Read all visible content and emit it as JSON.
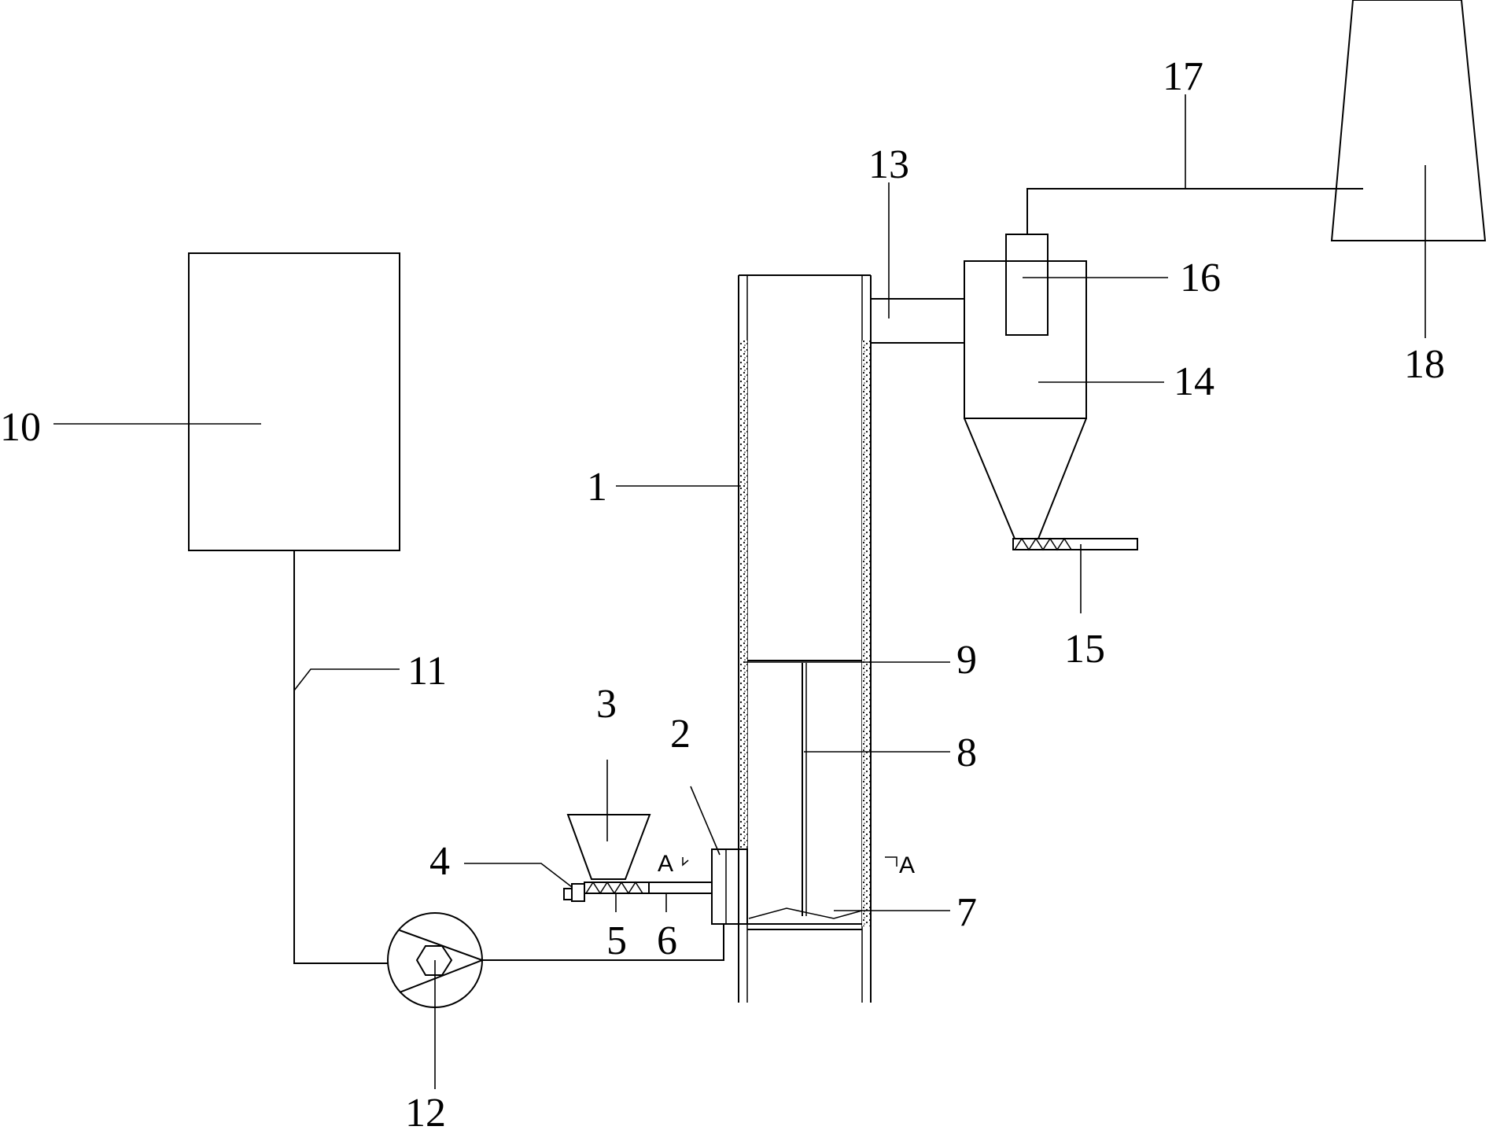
{
  "labels": {
    "l1": "1",
    "l2": "2",
    "l3": "3",
    "l4": "4",
    "l5": "5",
    "l6": "6",
    "l7": "7",
    "l8": "8",
    "l9": "9",
    "l10": "10",
    "l11": "11",
    "l12": "12",
    "l13": "13",
    "l14": "14",
    "l15": "15",
    "l16": "16",
    "l17": "17",
    "l18": "18"
  },
  "section_marks": {
    "left": "A",
    "right": "A"
  }
}
